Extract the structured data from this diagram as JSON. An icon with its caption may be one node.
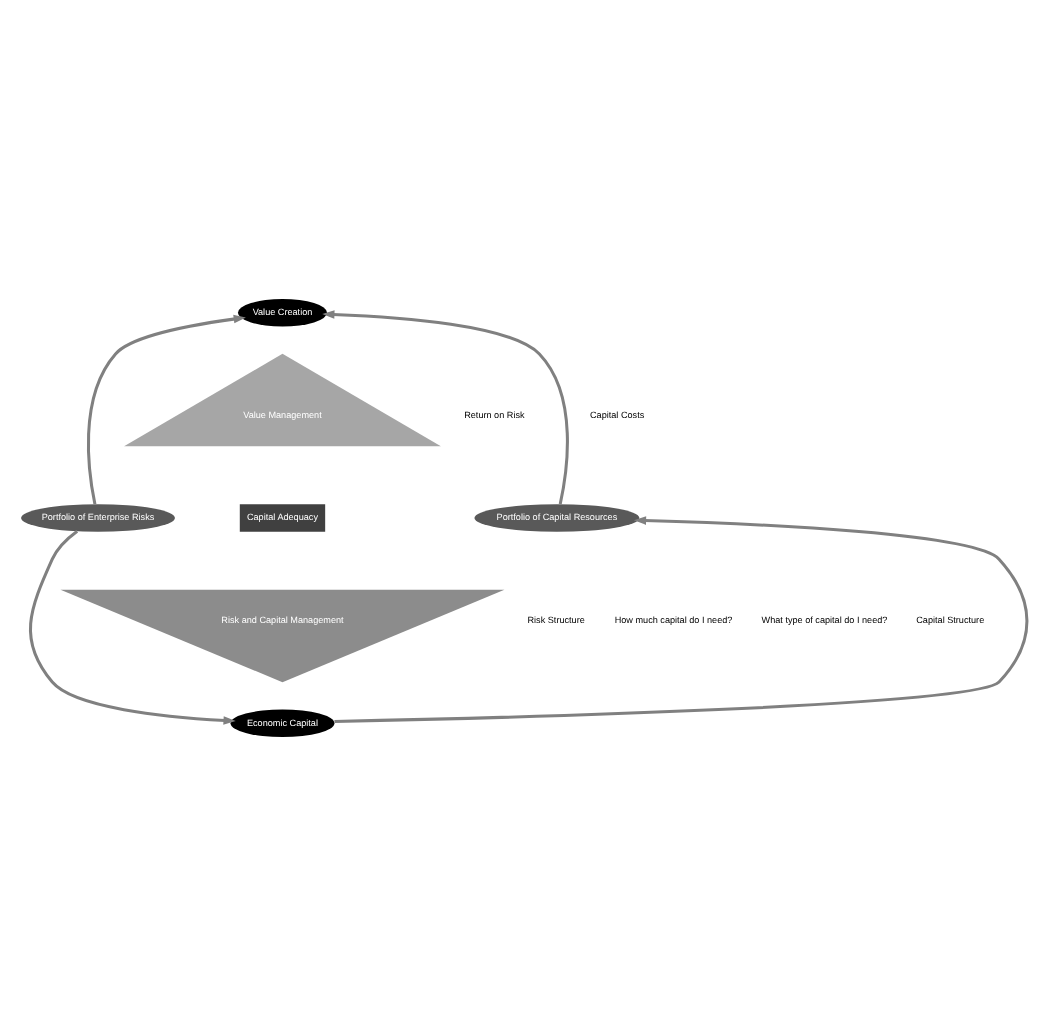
{
  "diagram": {
    "nodes": [
      {
        "text": [
          "Value Creation"
        ]
      },
      {
        "text": [
          "Value Management"
        ]
      },
      {
        "text": [
          "Portfolio of Enterprise Risks"
        ]
      },
      {
        "text": [
          "Capital Adequacy"
        ]
      },
      {
        "text": [
          "Portfolio of Capital Resources"
        ]
      },
      {
        "text": [
          "Risk and Capital Management"
        ]
      },
      {
        "text": [
          "Economic Capital"
        ]
      }
    ],
    "edges": [
      {
        "from": 2,
        "to": 0,
        "arrow": "to"
      },
      {
        "from": 4,
        "to": 0,
        "arrow": "to"
      },
      {
        "from": 2,
        "to": 6,
        "arrow": "to"
      },
      {
        "from": 6,
        "to": 4,
        "arrow": "to"
      }
    ],
    "labels": [
      "Return on Risk",
      "Capital Costs",
      "Risk Structure",
      "How much capital do I need?",
      "What type of capital do I need?",
      "Capital Structure"
    ]
  }
}
